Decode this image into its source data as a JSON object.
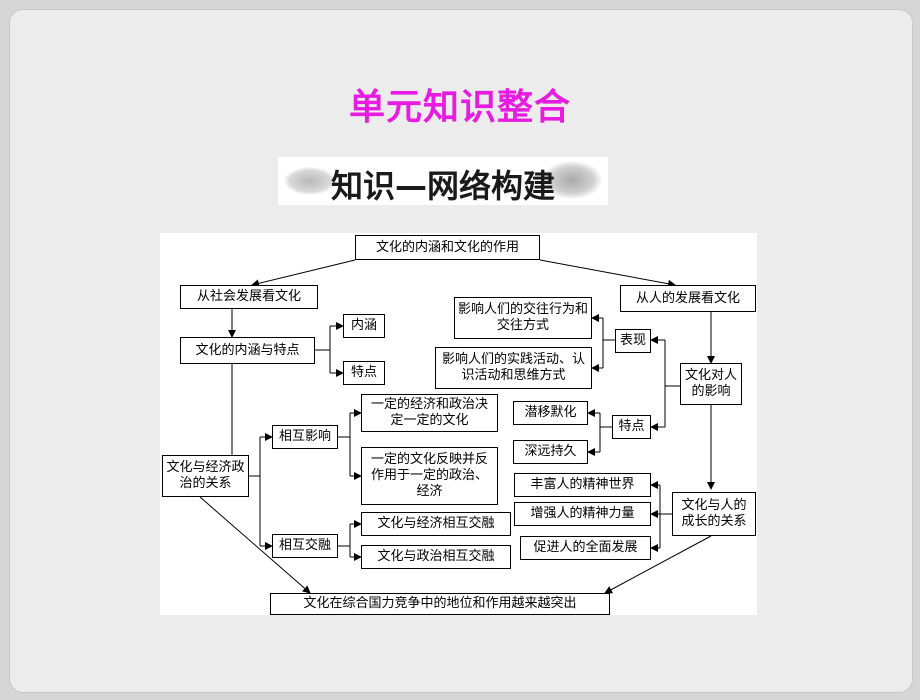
{
  "title": "单元知识整合",
  "banner": "知识—网络构建",
  "diagram": {
    "top": "文化的内涵和文化的作用",
    "left_branch": "从社会发展看文化",
    "right_branch": "从人的发展看文化",
    "connotation": "文化的内涵与特点",
    "neihan": "内涵",
    "tedian_left": "特点",
    "econ_pol": "文化与经济政治的关系",
    "mutual_influence": "相互影响",
    "mutual_blend": "相互交融",
    "decide": "一定的经济和政治决定一定的文化",
    "react": "一定的文化反映并反作用于一定的政治、经济",
    "blend_econ": "文化与经济相互交融",
    "blend_pol": "文化与政治相互交融",
    "biaoxian": "表现",
    "social_interaction": "影响人们的交往行为和交往方式",
    "practice": "影响人们的实践活动、认识活动和思维方式",
    "culture_effect": "文化对人的影响",
    "tedian_right": "特点",
    "subtle": "潜移默化",
    "lasting": "深远持久",
    "growth": "文化与人的成长的关系",
    "enrich": "丰富人的精神世界",
    "strengthen": "增强人的精神力量",
    "promote": "促进人的全面发展",
    "bottom": "文化在综合国力竞争中的地位和作用越来越突出"
  }
}
